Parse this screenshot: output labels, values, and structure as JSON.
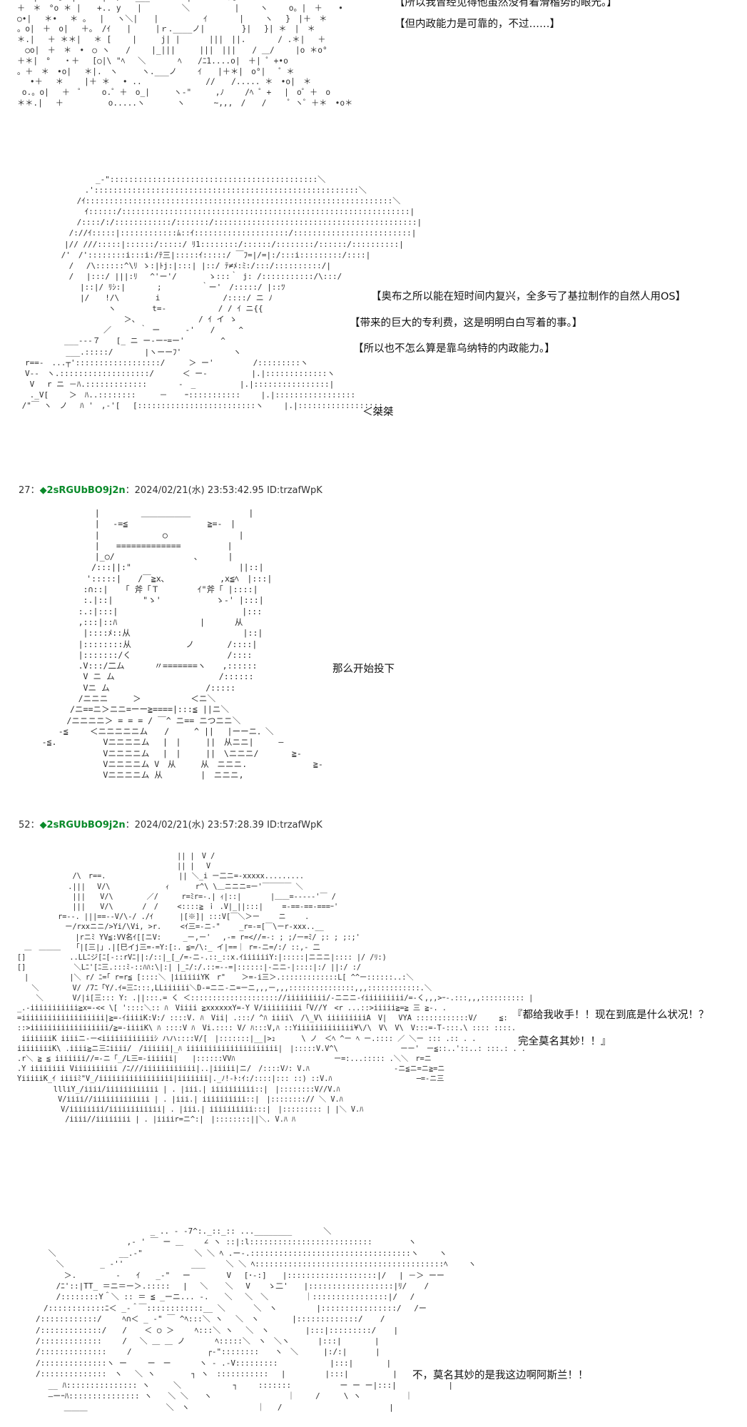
{
  "posts": [
    {
      "number": "27",
      "sep": "：",
      "trip": "◆2sRGUbBO9j2n",
      "date": "：2024/02/21(水) 23:53:42.95",
      "id": "ID:trzafWpK"
    },
    {
      "number": "52",
      "sep": "：",
      "trip": "◆2sRGUbBO9j2n",
      "date": "：2024/02/21(水) 23:57:28.39",
      "id": "ID:trzafWpK"
    }
  ],
  "dialogue": {
    "top_line1": "【所以我曾经见得他虽然没有着滑稽势的眼光。】",
    "top_line2": "【但内政能力是可靠的，不过……】",
    "scene2_line1": "【奥布之所以能在短时间内复兴，全多亏了基拉制作的自然人用OS】",
    "scene2_line2": "【带来的巨大的专利费，这是明明白白写着的事。】",
    "scene2_line3": "【所以也不怎么算是靠乌纳特的内政能力。】",
    "scene2_sfx": "＜桀桀",
    "scene3_line1": "那么开始投下",
    "scene4_line1": "『都给我收手！！现在到底是什么状况！？",
    "scene4_line2": "完全莫名其妙！！』",
    "scene5_line1": "不，莫名其妙的是我这边啊阿斯兰！！"
  },
  "ascii_art": {
    "block1": "＊＊|　°　。°|　 ＊ | ﾊ、　　___　　　　 |　　 ヽ ＋。　　　＊　　\n＋　＊　°o ＊ |　　+.. y　　|　　　　　＼　　　　　 |　　 ヽ　　 o。|　＋　　•\n○•|　 ＊•　 ＊ 。　 |　 ヽ＼|　　|　　　　　 ｲ　　　　|　　 ヽ　 }　|＋　＊　\n。o|　＋　o|　 ＋。 /ｲ　　|　　　|ｒ.____ノ|　　　　 }|　 }| ＊　|　＊\n＊.|　 ＋ ＊＊|　 ＊ [　　 |　　　j| |　　　 |||　||.　　　　/ .＊| 　＋\n　○o|　＋　＊　•　○ ヽ　　/　　 |_|||　　　|||　|||　　/ ＿/　 　|o ＊o°\n＋＊|　°　 ・＋　 [○|\\ \"ﾍ　 ＼　　　　ﾍ　　/ﾆ1....o|　＋| ゜+•o\n。＋　＊　•o|　 ＊|.　ヽ　　　ヽ.___ノ　　 ｲ　　|＋＊|　o°|　 ゜＊\n　 •＋　 ＊　　 |＋ ＊　 • ..　　　　　　　　//　　/..... ＊　•o|　＊\n o.。o|　 ＋　゜　　o.゜＋　o_|　　　ヽ-\"　　　,ﾉ　　 /ﾍ ゜+　 |　o゜＋　o\n＊＊.|　 ＋　　　　　 o.....ヽ　　　　ヽ　　　 ~,,,　/　　/ 　　゜ヽ゜＋＊　•o＊\n",
    "block2": "　　　　　　　　　　_-\"::::::::::::::::::::::::::::::::::::::::::::＼\n　　　　　　　　 .'::::::::::::::::::::::::::::::::::::::::::::::::::::::::＼\n　　　　　　　 /ｲ:::::::::::::::::::::::::::::::::::::::::::::::::::::::::::::::::＼\n　　　　　　　　 ｲ::::::/:::::::::::::::::::::::::::::::::::::::::::::::::::::::::::::|\n　　　　　　　 /::::/:/::::::::::::/:::::::/:::::::::::::::::::::::::::::::::::::::::::|\n　　　　　　 /://ｲ:::::|::::::::::::ﾑ::ｲ::::::::::::::::::::/:::::::::::::::::::::::::|\n　　　　　　|// ///:::::|::::::/:::::/ ﾘ1::::::::/::::::/::::::::/::::::/::::::::::|\n　　　　　 /'　/'::::::::i:::i:/ﾃ三|:::::ｲ:::::/ ￣ﾌ=|/=|:/:::i:::::::::/::::|\n　　　　　　 /　 /\\::::::^\\ﾘ ゝ:|ﾄj:|:::| |::/ ﾃ≠ﾒ:ﾐ:/:::/::::::::::/|\n　　　　　　 / 　|:::/ |||:ﾘ 　^'ー'/　　　　ゝ:::｀ j: /:::::::::::/\\:::/\n　　　　　　　　|::|/ ﾘｼ:|　　　　;　　　　　｀ー'　/:::::/ |::ﾂ\n　　　　　　　　|/　　!/\\ 　　　　i　　　　　　　　/::::/ ニ ﾉ\n　　　　　　　　　　　 ヽ　　　　 t=-　　　　　　 / / ｲ ニ{{\n　　　　　　　　　　　　　 ＞、　　　　　　　　/ ｲ イ ゝ\n　　　　　　　　　　　／　　　 ｀ ー 　　 -'　　/　　　^\n　　　　　　___---７　　[_ ニ ー-ーｰ=ー'　　　　 ^\n　　　　 　 ___.:::::/　　　　|ヽーーﾌ'　　　　　　 ヽ\n　r==-　...┬'::::::::::::::::::/　　　＞ ー'　　　　　/:::::::::ヽ\n　V--　ヽ.:::::::::::::::::::/　　　 ＜ ー-　　　　　 |.|:::::::::::::ヽ\n　 V　 r ニ －ﾊ.:::::::::::::　　　　-　_　　　　　 |.|::::::::::::::::|\n 　._V[ 　　＞　ﾊ..::::::::　　　－ 　 ｰ:::::::::::　　 |.|:::::::::::::::::\n /\"￣ ヽ　ノ　 ﾊ '　,-'[　 [:::::::::::::::::::::::::ヽ　　 |.|::::::::::::::::::\n",
    "block3": "　　　　　　　　|　　　　　＿＿＿＿＿＿　　　　　　　|\n　　　　　　　　|　 -=≦　　　　　　　　　 ≧=-　|\n　　　　　　　　|　　　　　　　 ○　　　　　　　　 |\n　　　　　　　　|　　=============　　　　　 |\n　　　　　　　　|_○/　　　　　　　　　 ､　　　 |\n　　　　　　　 /:::||:\"　　　　　　　　　　　　　||::|\n　　　　　　　':::::|　　/￣≧x､　　　　　　 ,x≦ﾍ　|:::|\n　　　　　　 :∩::|　 「 斧「Ｔ　　　　 ｲ\"斧「 |::::|\n　　　　　　 :.|::|　　　 \"ゝ'　　　　　　 ゝ-' |:::|\n　　　　　　:.:|:::|　　　　　　　　　　　　　　　|:::\n　　　　　　,:::|::ﾊ　　　　　　　　　　|　　　 从\n　　　　　　 |::::ﾒ::从　　　　　　　　　　　　　 |::|\n　　　　　　|::::::::从　　　　　　 ノ　　　　/::::|\n　　　　　　|:::::::/く　　　　　　　　　　　 /::::\n　　　　　　.V:::/二ム　　　 〃=======ヽ　　,::::::\n　　　　　　 V ニ ム 　　　　　　　　　　　　/::::::\n　　　　　　 Vニ ム　　　　　　　　　　　 /:::::\n　　　　　　/ニニニ　　　＞　　　　　　＜ニ＼\n　　　　　/ニ==ニ＞ニニ=ーー≧====|:::≦ ||ニ＼\n　　　　 /ニニニニ＞ = = = / ￣^ ニ== ニつニニ＼\n　　　 -≦　　 ＜ニニニニニム　　/　　　^ ||　 |ーーニ．＼\n　 -≦.　　　　　 Vニニニニム　 |　|　　　||　从ニニ|　　　―\n　　　　　　　　　Vニニニニム　 |　|　　　||　\\ニニニ/　　　　≧-\n　　　　　　　　　Vニニニニム V　从　　　从　ニニニ.　　　　　　　　≧-\n　　　　　　　　　Vニニニニム 从　　　　 |　ニニニ,\n",
    "block4": "　　　　　　　　　　　　　　　　　　　　　　|| |　V /\n　　　　　　　　　　　　　　　　　　　　　　|| |　 V\n　　　　　　　 /\\　r==.　　　　　　　　　　|| ＼_i ー二ニ=-xxxxx.........\n　　　　　　　.|||　 V/\\　　　　　　　 ｨ　　　 r^\\ \\＿ニニニ=ー'￣￣￣￣ ＼\n　　　　　　　 |||　　V/\\　　　　 ／/　 　 r=ﾐr=-.| ｨ|::|　　　　|＿＿=-----'￣ /\n　　　　　　　 |||　　V/\\　　　　/　/　　 <::::≧ ｉ .V|_||:::|　　 =-==-==-===ｰ'\n　　　　　 r=--. |||==--V/\\-/ ./ｲ　　　 |[※]| :::V[￣＼＞ー　　 ニ 　　.\n　　　　　　 ー/rxxニニ/>Yi/\\Vi, >r.　　 <ｲ三=-ニ-\"　　 _r=-=[￣\\ーr-xxx..__\n　　　　　　　　|rニﾐ YV≦:VV名ｲ[[ニV:　　　_ー,ー'　 ,-= r=<//=-: ; ;/ー=ﾐ/ ;: ; ;:;'\n　＿　＿＿＿　 「|[三|」.|[巳イj三=-=Y:[:. ≦=/\\:_ イ|==｜ r=-ニ=/:/ ::,- 二\n[]　　　　　　..LLﾆジ[ﾆ[-::rVﾆ||:/::|_[_/=-ニ-.::_::x.ｲiiiiiiY:|:::::|ニニニ|:::: |/ /ﾘ:)\n[]　　　　　　 ＼Lﾆ'[ﾆ三.:::ﾐ-::ﾊﾊ:\\|:| |_ﾆ/:/.::=--=|::::::|-ニニ-|::::|:/ ||:/ :/\n　|　　　　　 |＼ r/ ﾆ=｢ r=r≦ [::::＼ |iiiiiiYK　r\" 　 ＞=-i三＞.:::::::::::::L[ ^^ー::::::..:＼\n　　＼　　　　 V/ /7ﾆ「Y/.ｲ=三ﾆ:::,LLiiiiii＼D-=ニニ-ニ=ーニ,,,ー,,,:::::::::::::::,,,::::::::::::.＼\n　　 ＼　　　　V/|i[三::: Y: .||:::.= く ＜:::::::::::::::::::://iiiiiiiii/-ニニニ-ｲiiiiiiiii/=-く,,,>ｰ-.:::,,,:::::::::: |\n_.-iiiiiiiiiii≧x=-<< \\[ '::::＼:: ﾊ　Viiii ≧xxxxxxY=-Y V/iiiiiiiii「V//Y　<r ...::>iiiii≧=≧ 三 ≧-. .\n=iiiiiiiiiiiiiiiiiii|≧=-ｲiiiiK:V:/ ::::V. ﾊ　Vii| .:::/ ^ﾊ iiii\\　/\\_V\\ iiiiiiiiiA　V| 　VYA ::::::::::::V/　　　≦:\n::>iiiiiiiiiiiiiiiiii/≧=-iiiiK\\ ﾊ ::::V ﾊ　Vi.:::: V/ ﾊ:::V,ﾊ ::Yiiiiiiiiiiiii¥\\/\\　V\\　V\\　V:::=-T-:::.\\ :::: ::::.\n iiiiiiiK iiiiニ-ー<iiiiiiiiiiiiｼ ハハ::::V/[　|:::::::|__|>ｭ　　　 \\ ノ　＜ﾍ ^ー ﾍ ー.:::: ／ ＼ー ::: .:: . .\niiiiiiiiK\\ .iiii≧ニ三ﾆiiii/　/iiiiii|_ﾊ iiiiiiiiiiiiiiiiiiiii|　|:::::V.V^\\　　　　　　　　 ーー'　ー≦::..'::..: :::.: . .\n.r＼ ≧ ≦ iiiiiii//=-ニ「_/L三=-iiiiii|　　|::::::VVﾊ　　　　　　　　　　　　　 ー=:...::::: .＼＼　r=ニ\n.Y iiiiiiii Viiiiiiiiii /ﾆ///iiiiiiiiiiii|..|iiiii|ニ/　/::::Vﾉ: V.ﾊ　　　　　　　　　　　 -ニ≦ニ=ニ≧=ニ\nYiiiiiK_ｲ iiiiﾐ\"V_/iiiiiiiiiiiiiiiii|iiiiiii|._ﾉ!-ﾄ:ｲ:/::::|::: ::) ::V.ﾊ　　　　　　　　　　　 ─=-ニ三\n　　　　　llliY_/iiii/iiiiiiiiiiii | . |iii.| iiiiiiiiii::|　|::::::::V//V.ﾊ\n　　　　　 V/iiii//iiiiiiiiiiiii | . |iii.| iiiiiiiiii::|　|::::::::// ＼ V.ﾊ\n　　　　　　V/iiiiiiii/iiiiiiiiiiii| . |iii.| iiiiiiiiii:::|　|::::::::: | |＼ V.ﾊ\n　　　　　　 /iiii//iiiiiiii | . |iiiir=ニ^:|　|::::::::||＼. V.ﾊ ﾊ\n",
    "block5": "　　　　　　　　　　　　　　 _ .. - -7^:._::_:: ...________　　　　＼\n　　　　　　　　　　　 ,- ' ￣ ー ＿　　 ∠ ヽ ::|:l::::::::::::::::::::::::::　　　　 ヽ\n　 ＼　　　　　　　　__.-\"　　　　　　 ＼ ＼ ﾍ .ー-.::::::::::::::::::::::::::::::::::ヽ　　 ヽ\n　　 ＼　　　　 _ -''　　　　　　　　 ___　　 ＼ ＼ ﾍ::::::::::::::::::::::::::::::::::::::::ﾍ　　 ヽ\n　　　 ＞.　　　　　-　　ｲ　　_-\"　 ー　　　　 V　 [･-:]　　|:::::::::::::::::::|/　 | －＞ ーー\n　　 /ﾆ'::|TT_ ＝ニ＝ー＞.::::: 　|　 ＼ 　 ＼　 V 　 ゝ二'　　|::::::::::::::::::|ﾘ/ 　 /\n　　 /::::::::Y＾＼ :: ＝ ≦ _ーニ... -.　　＼ 　＼　＼　　　　 ｜::::::::::::::::|/　 /\n　/::::::::::::ﾆ＜ _-＾￣::::::::::::__ ＼　　　 ＼　ヽ　　　　　|::::::::::::::::/ 　/ー\n/::::::::::::/　　 ﾍ∩＜ _ -\" ￣ ^ﾍ:::＼ ヽ　 ＼　ヽ 　　　 |:::::::::::::/ 　 /\n/:::::::::::::/　　/ 　 ＜ ○ ＞ 　　ﾍ:::＼ ヽ　 ＼　ヽ　　　　 |:::|:::::::::/ 　 |\n/:::::::::::::　　 /　 ＼ ＿ ＿ ノ 　 　 ﾍ:::::＼　ヽ　＼ヽ　　　 |:::|　 　　 |\n/::::::::::::::　　 /　　　　　　　　　 ┌-\"::::::::　　ヽ　＼ 　　 |:/:|　　　 |\n/::::::::::::::ヽ ー 　　ー　ー　　　 ヽ - .-V:::::::::　　　　　　 |:::|　 　　 |\n/::::::::::::::　ヽ　 ＼ ヽ　　　　 ┐ ヽ　:::::::::::　 |　　　　　|:::|　　　　　 |\n　 __ ﾊ::::::::::::::: ヽ　　　＼　　　　　　 ┐　　 :::::::　　　 　　 ー ー ー|:::|　　　　　　 |\n　 ―ーｰﾊ::::::::::::::: ヽ　　＼ ＼　　ヽ　　　　　　　　　 ｜　　 /　　　\\ ヽ　　　　　 ｜\n　　　 ＿＿＿　　　　　　　　　　＼　ヽ　　　　　　　　 ｜　 /　　　　　　　　　　　　　 |\n"
  }
}
